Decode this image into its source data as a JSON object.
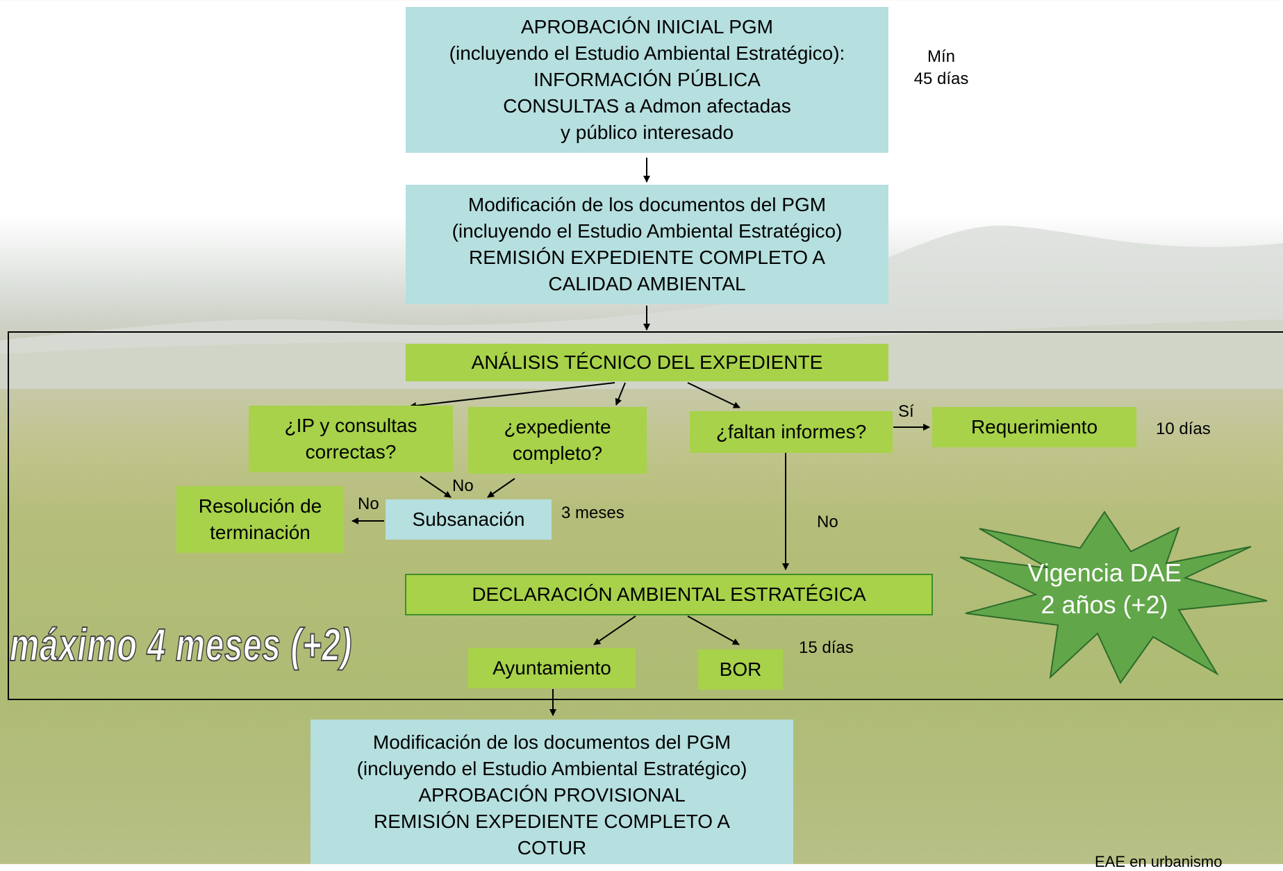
{
  "nodes": {
    "aprobacion_inicial": "APROBACIÓN INICIAL PGM\n(incluyendo el Estudio Ambiental Estratégico):\nINFORMACIÓN PÚBLICA\nCONSULTAS a Admon afectadas\ny público interesado",
    "modificacion_1": "Modificación de los documentos del PGM\n(incluyendo el Estudio Ambiental Estratégico)\nREMISIÓN EXPEDIENTE COMPLETO A\nCALIDAD AMBIENTAL",
    "analisis": "ANÁLISIS TÉCNICO DEL EXPEDIENTE",
    "ip_consultas": "¿IP y consultas\ncorrectas?",
    "expediente_completo": "¿expediente\ncompleto?",
    "faltan_informes": "¿faltan informes?",
    "requerimiento": "Requerimiento",
    "subsanacion": "Subsanación",
    "resolucion": "Resolución de\nterminación",
    "declaracion": "DECLARACIÓN AMBIENTAL ESTRATÉGICA",
    "ayuntamiento": "Ayuntamiento",
    "bor": "BOR",
    "modificacion_2": "Modificación de los documentos del PGM\n(incluyendo el Estudio Ambiental Estratégico)\nAPROBACIÓN PROVISIONAL\nREMISIÓN EXPEDIENTE COMPLETO A\nCOTUR"
  },
  "labels": {
    "min_45_dias": "Mín\n45 días",
    "si": "Sí",
    "diez_dias": "10 días",
    "no_subsanacion": "No",
    "no_resolucion": "No",
    "tres_meses": "3 meses",
    "no_faltan": "No",
    "quince_dias": "15 días"
  },
  "duration_note": "máximo 4 meses (+2)",
  "validity_star": "Vigencia DAE\n2 años (+2)",
  "footer_note": "EAE en urbanismo",
  "colors": {
    "blue_box": "#b6dfdf",
    "green_box": "#a7d24a",
    "star_fill": "#62a64a"
  }
}
